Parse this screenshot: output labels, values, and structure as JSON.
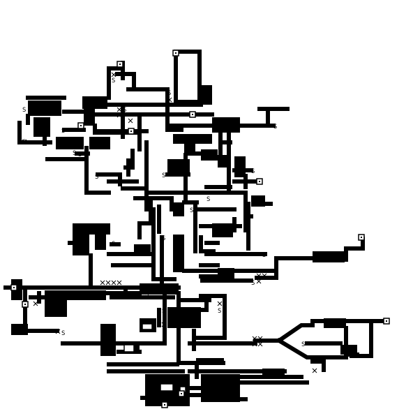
{
  "diagram": {
    "kind": "binary-tile-map",
    "background_color": "#ffffff",
    "ink_color": "#000000",
    "tile_markers": [
      "S",
      "S",
      "S",
      "S",
      "S",
      "S",
      "S",
      "S",
      "S",
      "S",
      "S",
      "S",
      "S",
      "S",
      "S",
      "S",
      "S",
      "S",
      "S",
      "S",
      "S",
      "S",
      "S",
      "S",
      "S",
      "S",
      "S"
    ],
    "endpoint_marker_count": 12,
    "crosshatch_marker_count": 14
  }
}
